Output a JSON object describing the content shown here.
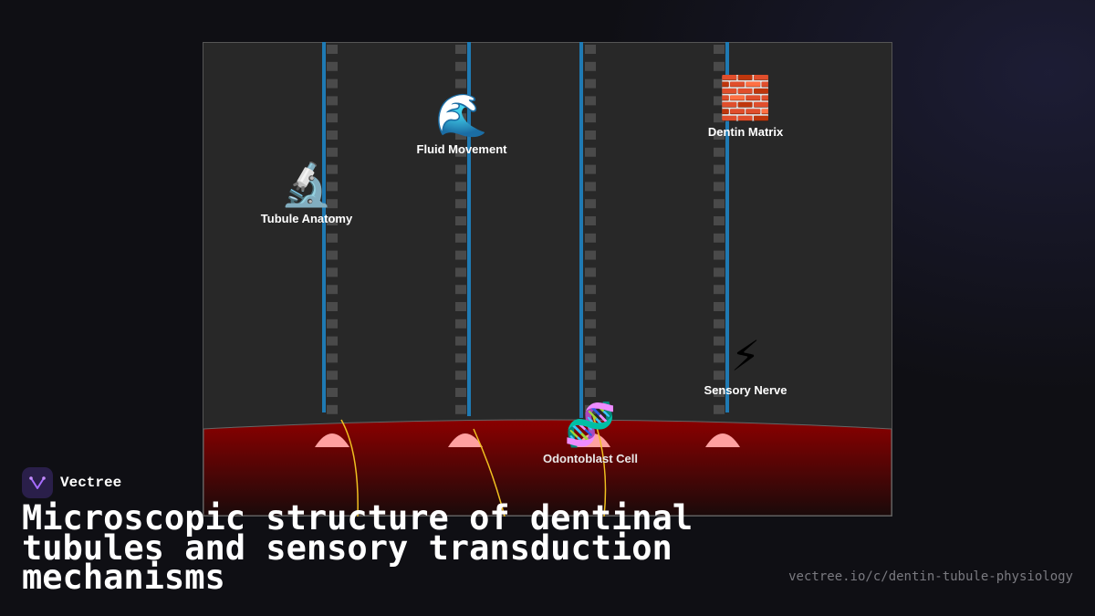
{
  "diagram": {
    "nodes": {
      "tubule_anatomy": {
        "label": "Tubule Anatomy",
        "icon": "microscope-icon",
        "emoji": "🔬"
      },
      "fluid_movement": {
        "label": "Fluid Movement",
        "icon": "water-wave-icon",
        "emoji": "🌊"
      },
      "dentin_matrix": {
        "label": "Dentin Matrix",
        "icon": "brick-icon",
        "emoji": "🧱"
      },
      "sensory_nerve": {
        "label": "Sensory Nerve",
        "icon": "lightning-icon",
        "emoji": "⚡"
      },
      "odontoblast_cell": {
        "label": "Odontoblast Cell",
        "icon": "dna-icon",
        "emoji": "🧬"
      }
    },
    "colors": {
      "panel_bg": "#282828",
      "tubule_blue": "#1f7ab3",
      "pulp_red": "#8b0000",
      "odontoblast_pink": "#ffa0a0",
      "nerve_yellow": "#f0c020"
    }
  },
  "footer": {
    "brand_name": "Vectree",
    "title": "Microscopic structure of dentinal tubules and sensory transduction mechanisms",
    "url": "vectree.io/c/dentin-tubule-physiology"
  }
}
